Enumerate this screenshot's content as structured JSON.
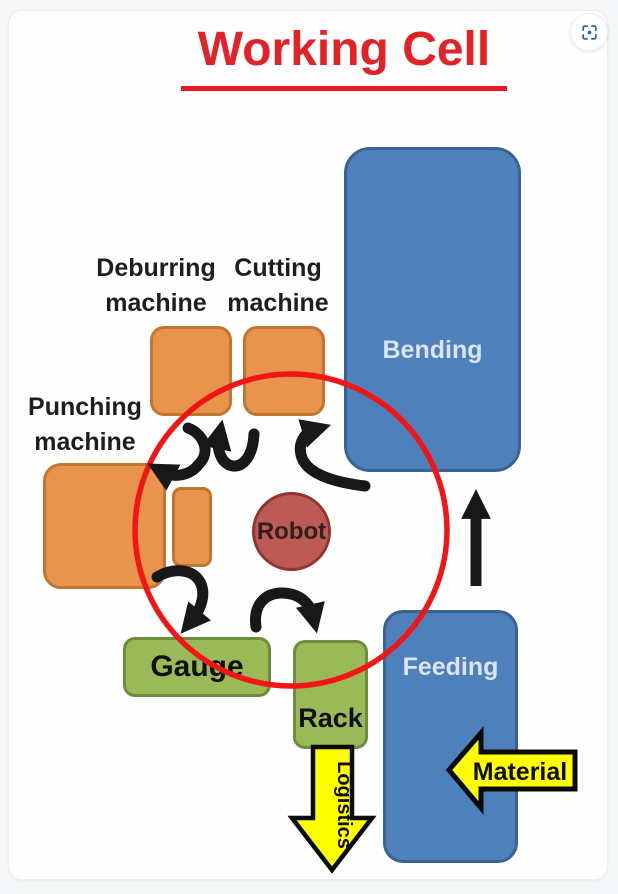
{
  "header": {
    "title": "Working Cell"
  },
  "controls": {
    "visual_search_icon": "visual-search"
  },
  "colors": {
    "title_red": "#e32227",
    "ring_red": "#f11515",
    "orange_fill": "#e8944c",
    "orange_border": "#c0762f",
    "blue_fill": "#4e80bb",
    "blue_border": "#3a6394",
    "green_fill": "#9aba57",
    "green_border": "#6e8c39",
    "robot_fill": "#bd5a55",
    "robot_border": "#8f3532",
    "arrow_black": "#181818",
    "flow_yellow": "#ffff00",
    "label_dark": "#1e1e1e",
    "box_label_light": "#dce4f0"
  },
  "diagram": {
    "machines": {
      "deburring": {
        "label": "Deburring machine"
      },
      "cutting": {
        "label": "Cutting machine"
      },
      "punching": {
        "label": "Punching machine"
      },
      "bending": {
        "label": "Bending"
      },
      "feeding": {
        "label": "Feeding"
      },
      "gauge": {
        "label": "Gauge"
      },
      "rack": {
        "label": "Rack"
      },
      "robot": {
        "label": "Robot"
      }
    },
    "flows": {
      "material": {
        "label": "Material"
      },
      "logistics": {
        "label": "Logistics"
      }
    }
  }
}
